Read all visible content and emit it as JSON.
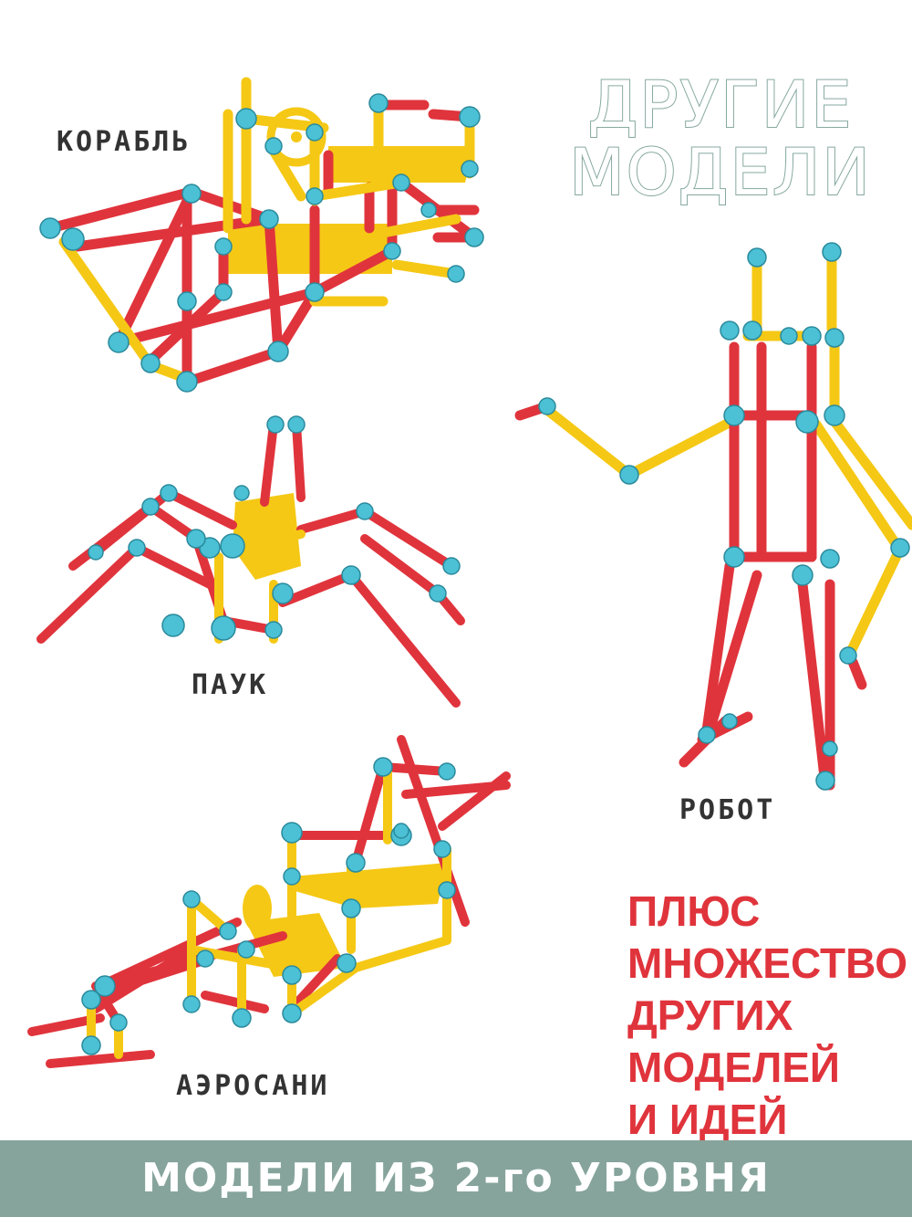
{
  "header": {
    "title_line1": "ДРУГИЕ",
    "title_line2": "МОДЕЛИ"
  },
  "models": {
    "ship": "КОРАБЛЬ",
    "spider": "ПАУК",
    "robot": "РОБОТ",
    "aerosled": "АЭРОСАНИ"
  },
  "promo": {
    "line1": "ПЛЮС",
    "line2": "МНОЖЕСТВО",
    "line3": "ДРУГИХ",
    "line4": "МОДЕЛЕЙ",
    "line5": "И ИДЕЙ"
  },
  "footer": {
    "banner_text": "МОДЕЛИ ИЗ 2-го УРОВНЯ"
  },
  "colors": {
    "red_tube": "#e0343c",
    "yellow_tube": "#f5c815",
    "connector": "#4cc0d4",
    "accent_text": "#e0343c",
    "banner": "#86a49c"
  }
}
